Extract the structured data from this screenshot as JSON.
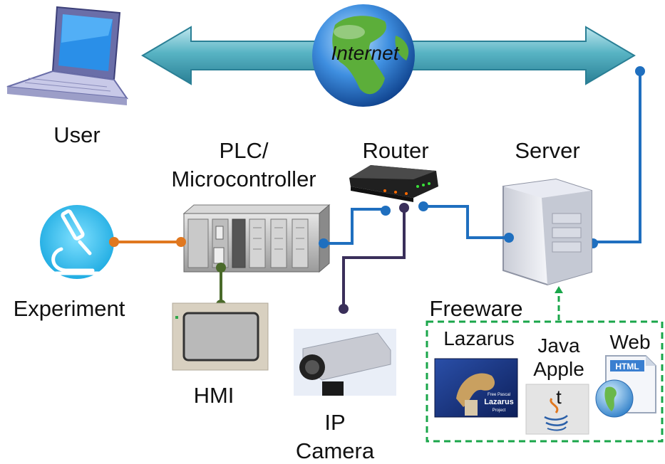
{
  "labels": {
    "internet": "Internet",
    "user": "User",
    "plc_line1": "PLC/",
    "plc_line2": "Microcontroller",
    "router": "Router",
    "server": "Server",
    "experiment": "Experiment",
    "hmi": "HMI",
    "ip_line1": "IP",
    "ip_line2": "Camera",
    "freeware": "Freeware",
    "lazarus": "Lazarus",
    "java_line1": "Java",
    "java_line2": "Apple",
    "java_line3": "t",
    "web": "Web"
  },
  "logos": {
    "html_badge": "HTML",
    "lazarus_box_line1": "Free Pascal",
    "lazarus_box_line2": "Lazarus",
    "lazarus_box_line3": "Project"
  },
  "colors": {
    "arrow_fill": "#4aa8b8",
    "network_line": "#1f6fbf",
    "experiment_line": "#e07820",
    "hmi_line": "#4a6a2a",
    "camera_line": "#3a2f5a",
    "freeware_box": "#1aa64a"
  },
  "icons": [
    "laptop-icon",
    "globe-icon",
    "router-icon",
    "server-icon",
    "plc-icon",
    "microscope-icon",
    "hmi-screen-icon",
    "ip-camera-icon",
    "lazarus-logo",
    "java-logo",
    "html-web-icon"
  ]
}
